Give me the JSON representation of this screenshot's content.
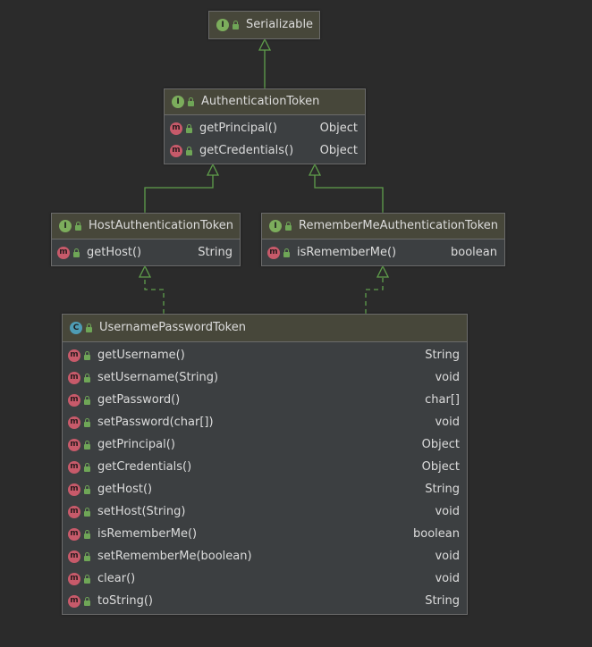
{
  "nodes": {
    "serializable": {
      "kind": "I",
      "name": "Serializable",
      "members": []
    },
    "authentication_token": {
      "kind": "I",
      "name": "AuthenticationToken",
      "members": [
        {
          "kind": "m",
          "name": "getPrincipal()",
          "type": "Object"
        },
        {
          "kind": "m",
          "name": "getCredentials()",
          "type": "Object"
        }
      ]
    },
    "host_authentication_token": {
      "kind": "I",
      "name": "HostAuthenticationToken",
      "members": [
        {
          "kind": "m",
          "name": "getHost()",
          "type": "String"
        }
      ]
    },
    "remember_me_authentication_token": {
      "kind": "I",
      "name": "RememberMeAuthenticationToken",
      "members": [
        {
          "kind": "m",
          "name": "isRememberMe()",
          "type": "boolean"
        }
      ]
    },
    "username_password_token": {
      "kind": "C",
      "name": "UsernamePasswordToken",
      "members": [
        {
          "kind": "m",
          "name": "getUsername()",
          "type": "String"
        },
        {
          "kind": "m",
          "name": "setUsername(String)",
          "type": "void"
        },
        {
          "kind": "m",
          "name": "getPassword()",
          "type": "char[]"
        },
        {
          "kind": "m",
          "name": "setPassword(char[])",
          "type": "void"
        },
        {
          "kind": "m",
          "name": "getPrincipal()",
          "type": "Object"
        },
        {
          "kind": "m",
          "name": "getCredentials()",
          "type": "Object"
        },
        {
          "kind": "m",
          "name": "getHost()",
          "type": "String"
        },
        {
          "kind": "m",
          "name": "setHost(String)",
          "type": "void"
        },
        {
          "kind": "m",
          "name": "isRememberMe()",
          "type": "boolean"
        },
        {
          "kind": "m",
          "name": "setRememberMe(boolean)",
          "type": "void"
        },
        {
          "kind": "m",
          "name": "clear()",
          "type": "void"
        },
        {
          "kind": "m",
          "name": "toString()",
          "type": "String"
        }
      ]
    }
  },
  "edges": [
    {
      "from": "authentication_token",
      "to": "serializable",
      "style": "solid"
    },
    {
      "from": "host_authentication_token",
      "to": "authentication_token",
      "style": "solid"
    },
    {
      "from": "remember_me_authentication_token",
      "to": "authentication_token",
      "style": "solid"
    },
    {
      "from": "username_password_token",
      "to": "host_authentication_token",
      "style": "dashed"
    },
    {
      "from": "username_password_token",
      "to": "remember_me_authentication_token",
      "style": "dashed"
    }
  ],
  "colors": {
    "background": "#2b2b2b",
    "node_fill": "#3c3f41",
    "node_header": "#47473a",
    "edge": "#5f9e4b",
    "interface_badge": "#7cad5c",
    "class_badge": "#4e9cb5",
    "method_badge": "#c75a6a"
  }
}
